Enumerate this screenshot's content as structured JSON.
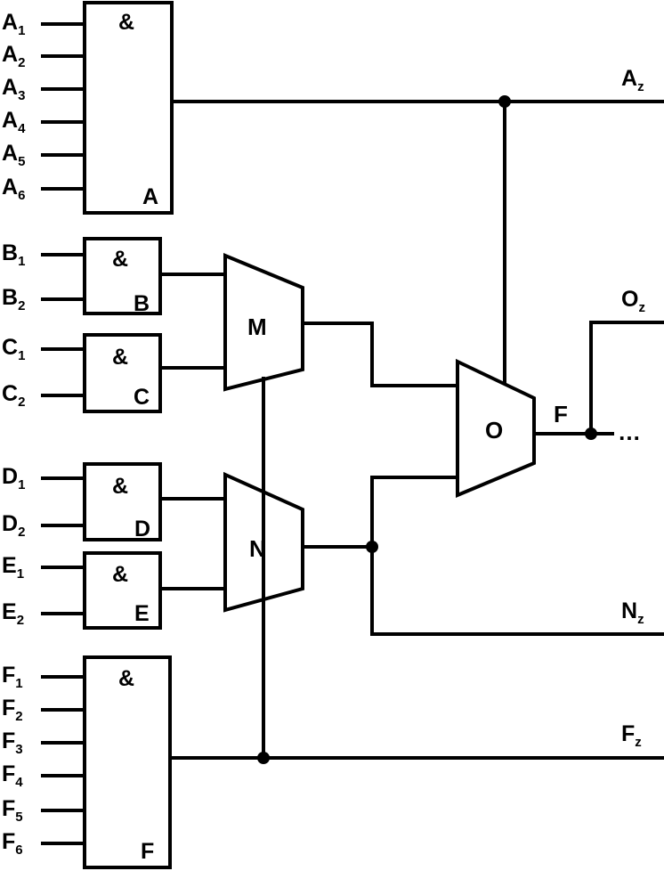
{
  "gates": {
    "A": {
      "symbol": "&",
      "name": "A",
      "inputs": [
        {
          "base": "A",
          "sub": "1"
        },
        {
          "base": "A",
          "sub": "2"
        },
        {
          "base": "A",
          "sub": "3"
        },
        {
          "base": "A",
          "sub": "4"
        },
        {
          "base": "A",
          "sub": "5"
        },
        {
          "base": "A",
          "sub": "6"
        }
      ]
    },
    "B": {
      "symbol": "&",
      "name": "B",
      "inputs": [
        {
          "base": "B",
          "sub": "1"
        },
        {
          "base": "B",
          "sub": "2"
        }
      ]
    },
    "C": {
      "symbol": "&",
      "name": "C",
      "inputs": [
        {
          "base": "C",
          "sub": "1"
        },
        {
          "base": "C",
          "sub": "2"
        }
      ]
    },
    "D": {
      "symbol": "&",
      "name": "D",
      "inputs": [
        {
          "base": "D",
          "sub": "1"
        },
        {
          "base": "D",
          "sub": "2"
        }
      ]
    },
    "E": {
      "symbol": "&",
      "name": "E",
      "inputs": [
        {
          "base": "E",
          "sub": "1"
        },
        {
          "base": "E",
          "sub": "2"
        }
      ]
    },
    "F": {
      "symbol": "&",
      "name": "F",
      "inputs": [
        {
          "base": "F",
          "sub": "1"
        },
        {
          "base": "F",
          "sub": "2"
        },
        {
          "base": "F",
          "sub": "3"
        },
        {
          "base": "F",
          "sub": "4"
        },
        {
          "base": "F",
          "sub": "5"
        },
        {
          "base": "F",
          "sub": "6"
        }
      ]
    }
  },
  "muxes": {
    "M": "M",
    "N": "N",
    "O": "O"
  },
  "outputs": {
    "Az": {
      "base": "A",
      "sub": "z"
    },
    "Oz": {
      "base": "O",
      "sub": "z"
    },
    "Nz": {
      "base": "N",
      "sub": "z"
    },
    "Fz": {
      "base": "F",
      "sub": "z"
    }
  },
  "signal_F": "F",
  "continuation": "…"
}
